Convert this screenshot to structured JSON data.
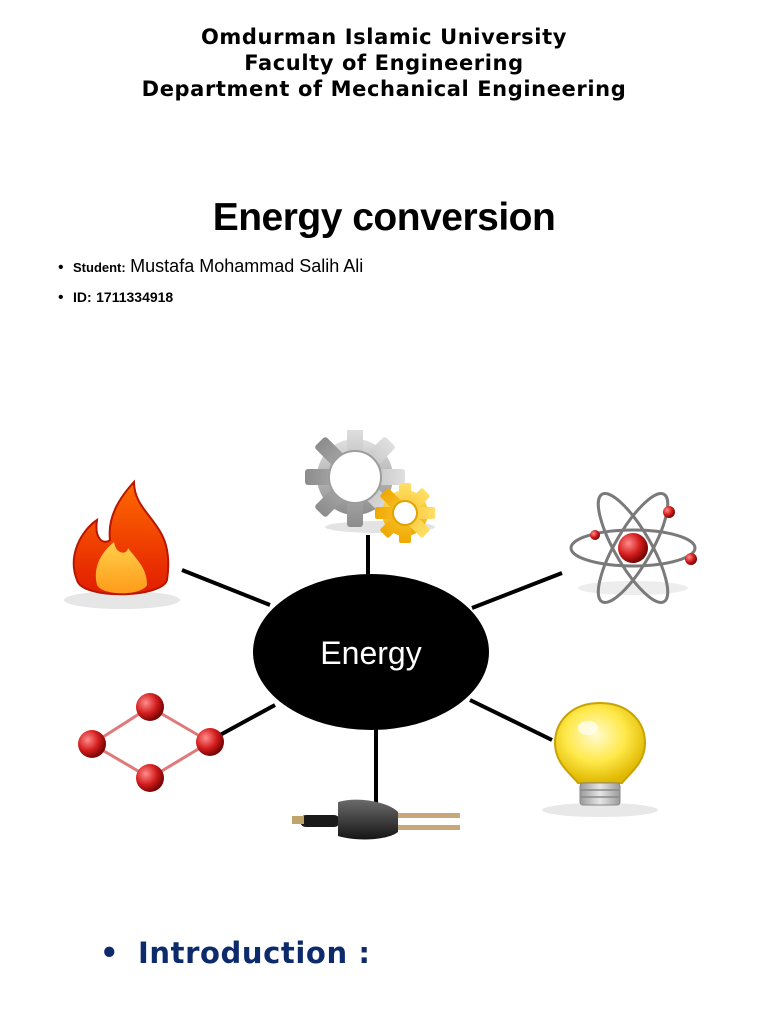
{
  "header": {
    "university": "Omdurman Islamic University",
    "faculty": "Faculty of Engineering",
    "department": "Department of Mechanical Engineering"
  },
  "title": "Energy conversion",
  "student": {
    "label": "Student:",
    "name": "Mustafa Mohammad Salih Ali"
  },
  "id_line": {
    "label": "ID:",
    "value": "1711334918"
  },
  "diagram": {
    "center_label": "Energy",
    "nodes": [
      "gear-icon",
      "atom-icon",
      "light-bulb-icon",
      "power-plug-icon",
      "molecule-icon",
      "fire-icon"
    ]
  },
  "section": {
    "bullet": "•",
    "heading": "Introduction :"
  },
  "colors": {
    "heading_blue": "#0d2a6b",
    "center_fill": "#000000",
    "center_text": "#ffffff"
  }
}
